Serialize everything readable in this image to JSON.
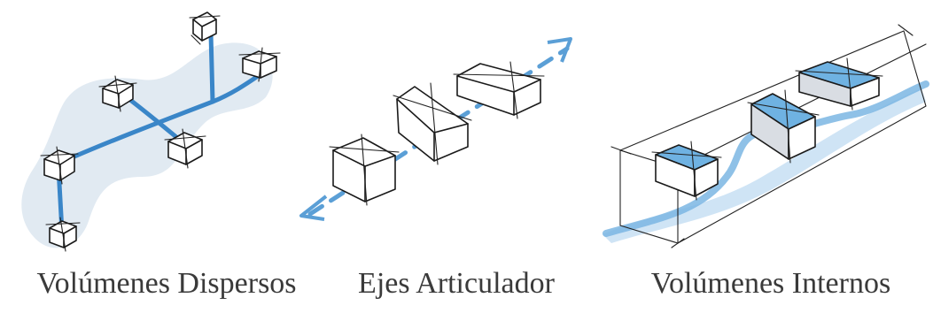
{
  "captions": {
    "dispersed": "Volúmenes Dispersos",
    "axes": "Ejes Articulador",
    "internal": "Volúmenes Internos"
  },
  "colors": {
    "accent_blue": "#3a86c8",
    "light_blue_wash": "#cfe4f5",
    "blue_face": "#6fb2e2",
    "ink": "#1a1a1a",
    "caption_text": "#3a3a3a",
    "background": "#ffffff"
  }
}
